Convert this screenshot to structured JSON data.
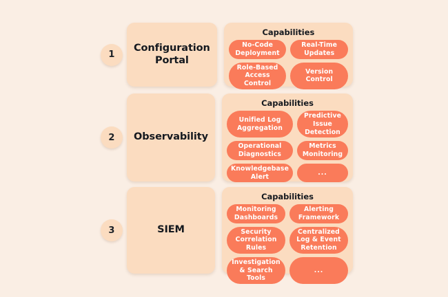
{
  "theme": {
    "page_background": "#faeee4",
    "card_background": "#fbdcc0",
    "pill_background": "#fa7b5a",
    "pill_text": "#ffffff",
    "heading_text": "#15191f"
  },
  "rows": [
    {
      "step": "1",
      "title": "Configuration Portal",
      "capabilities_heading": "Capabilities",
      "capabilities": [
        "No-Code Deployment",
        "Real-Time Updates",
        "Role-Based Access Control",
        "Version Control"
      ]
    },
    {
      "step": "2",
      "title": "Observability",
      "capabilities_heading": "Capabilities",
      "capabilities": [
        "Unified Log Aggregation",
        "Predictive Issue Detection",
        "Operational Diagnostics",
        "Metrics Monitoring",
        "Knowledgebase Alert",
        "..."
      ]
    },
    {
      "step": "3",
      "title": "SIEM",
      "capabilities_heading": "Capabilities",
      "capabilities": [
        "Monitoring Dashboards",
        "Alerting Framework",
        "Security Correlation Rules",
        "Centralized Log & Event Retention",
        "Investigation & Search Tools",
        "..."
      ]
    }
  ]
}
